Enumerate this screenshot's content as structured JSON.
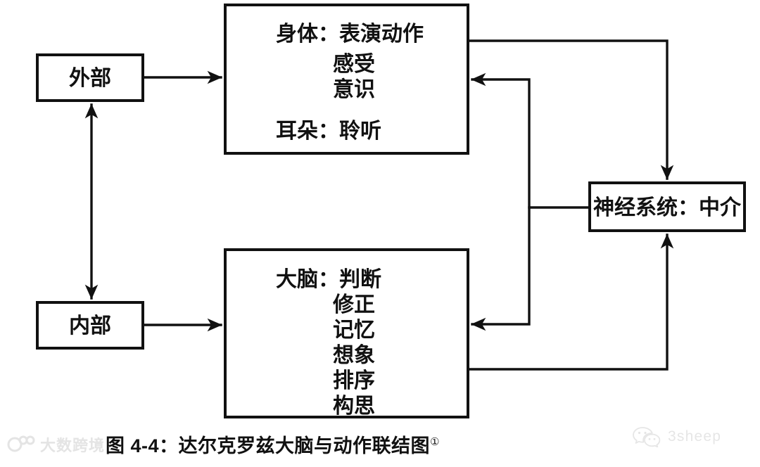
{
  "figure": {
    "caption_text": "图 4-4：达尔克罗兹大脑与动作联结图",
    "caption_footnote": "①",
    "line_color": "#111111",
    "box_fill": "#ffffff",
    "background": "#ffffff"
  },
  "nodes": {
    "external": {
      "label": "外部"
    },
    "internal": {
      "label": "内部"
    },
    "body": {
      "heading": "身体：表演动作",
      "lines": [
        "感受",
        "意识"
      ],
      "secondary": "耳朵：聆听"
    },
    "brain": {
      "heading": "大脑：判断",
      "lines": [
        "修正",
        "记忆",
        "想象",
        "排序",
        "构思"
      ]
    },
    "nervous": {
      "label": "神经系统：中介"
    }
  },
  "edges": [
    {
      "id": "external-to-body",
      "from": "外部",
      "to": "身体",
      "arrow": "single"
    },
    {
      "id": "internal-to-brain",
      "from": "内部",
      "to": "大脑",
      "arrow": "single"
    },
    {
      "id": "external-internal",
      "from": "外部",
      "to": "内部",
      "arrow": "double"
    },
    {
      "id": "body-to-nervous",
      "from": "身体",
      "to": "神经系统",
      "arrow": "single"
    },
    {
      "id": "nervous-to-body",
      "from": "神经系统",
      "to": "身体",
      "arrow": "single"
    },
    {
      "id": "brain-to-nervous",
      "from": "大脑",
      "to": "神经系统",
      "arrow": "single"
    },
    {
      "id": "nervous-to-brain",
      "from": "神经系统",
      "to": "大脑",
      "arrow": "single"
    }
  ],
  "watermarks": {
    "left": {
      "text": "大数跨境",
      "icon": "dashu-logo-icon"
    },
    "right": {
      "text": "3sheep",
      "icon": "wechat-icon"
    }
  }
}
